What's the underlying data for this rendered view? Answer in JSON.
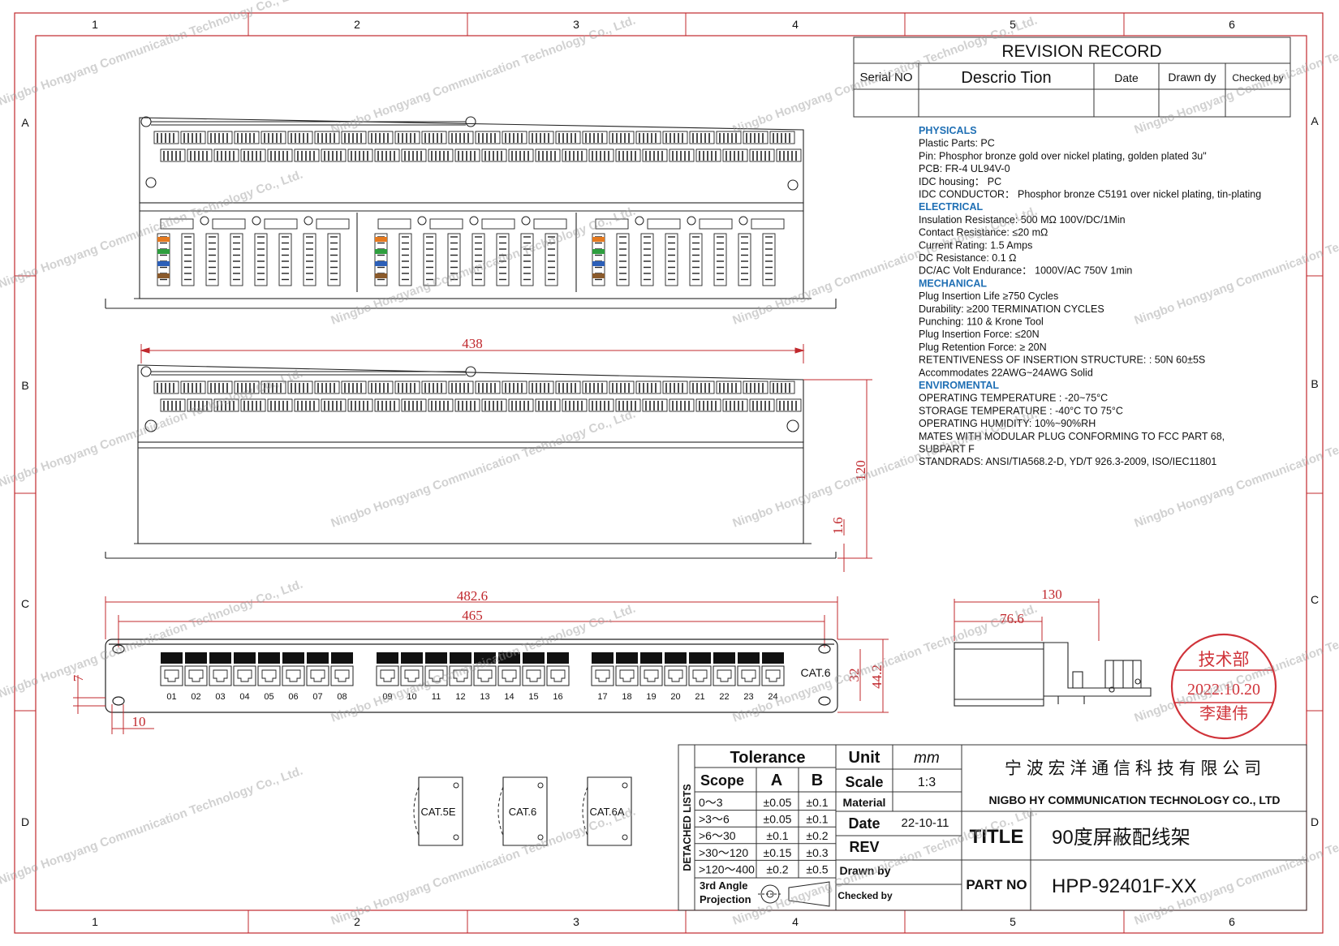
{
  "grid": {
    "columns": [
      "1",
      "2",
      "3",
      "4",
      "5",
      "6"
    ],
    "rows": [
      "A",
      "B",
      "C",
      "D"
    ]
  },
  "revision": {
    "title": "REVISION RECORD",
    "headers": [
      "Serial NO",
      "Descrio Tion",
      "Date",
      "Drawn dy",
      "Checked by"
    ]
  },
  "specs": {
    "sections": [
      {
        "heading": "PHYSICALS",
        "lines": [
          "Plastic Parts: PC",
          "Pin: Phosphor bronze gold over nickel plating, golden plated 3u\"",
          "PCB: FR-4 UL94V-0",
          "IDC housing： PC",
          "IDC CONDUCTOR： Phosphor bronze C5191 over nickel plating, tin-plating"
        ]
      },
      {
        "heading": "ELECTRICAL",
        "lines": [
          "Insulation Resistance: 500 MΩ 100V/DC/1Min",
          "Contact Resistance: ≤20 mΩ",
          "Current Rating: 1.5 Amps",
          "DC Resistance: 0.1 Ω",
          "DC/AC Volt Endurance： 1000V/AC 750V 1min"
        ]
      },
      {
        "heading": "MECHANICAL",
        "lines": [
          "Plug Insertion Life ≥750 Cycles",
          "Durability: ≥200 TERMINATION CYCLES",
          "Punching: 110 & Krone Tool",
          "Plug Insertion Force: ≤20N",
          "Plug Retention Force: ≥ 20N",
          "RETENTIVENESS OF INSERTION STRUCTURE: : 50N 60±5S",
          "Accommodates 22AWG~24AWG Solid"
        ]
      },
      {
        "heading": "ENVIROMENTAL",
        "lines": [
          "OPERATING TEMPERATURE : -20~75°C",
          "STORAGE TEMPERATURE : -40°C TO 75°C",
          "OPERATING HUMIDITY: 10%~90%RH",
          "MATES WITH MODULAR PLUG CONFORMING TO FCC PART 68,",
          "SUBPART F",
          "STANDRADS: ANSI/TIA568.2-D, YD/T 926.3-2009, ISO/IEC11801"
        ]
      }
    ]
  },
  "dimensions": {
    "top_width": "438",
    "height_120": "120",
    "thickness": "1.6",
    "overall_width": "482.6",
    "inner_width": "465",
    "side_depth": "130",
    "side_depth2": "76.6",
    "front_height": "44.2",
    "front_height2": "32",
    "hole_7": "7",
    "hole_10": "10"
  },
  "front_panel": {
    "category_label": "CAT.6",
    "port_numbers": [
      "01",
      "02",
      "03",
      "04",
      "05",
      "06",
      "07",
      "08",
      "09",
      "10",
      "11",
      "12",
      "13",
      "14",
      "15",
      "16",
      "17",
      "18",
      "19",
      "20",
      "21",
      "22",
      "23",
      "24"
    ]
  },
  "clips": [
    "CAT.5E",
    "CAT.6",
    "CAT.6A"
  ],
  "stamp": {
    "top": "技术部",
    "date": "2022.10.20",
    "name": "李建伟"
  },
  "title_block": {
    "tolerance_label": "Tolerance",
    "scope_label": "Scope",
    "col_a": "A",
    "col_b": "B",
    "detached_lists": "DETACHED LISTS",
    "tolerance_rows": [
      {
        "scope": "0～3",
        "a": "±0.05",
        "b": "±0.1"
      },
      {
        "scope": ">3～6",
        "a": "±0.05",
        "b": "±0.1"
      },
      {
        "scope": ">6～30",
        "a": "±0.1",
        "b": "±0.2"
      },
      {
        "scope": ">30～120",
        "a": "±0.15",
        "b": "±0.3"
      },
      {
        "scope": ">120～400",
        "a": "±0.2",
        "b": "±0.5"
      }
    ],
    "projection_line1": "3rd Angle",
    "projection_line2": "Projection",
    "unit_label": "Unit",
    "unit_value": "mm",
    "scale_label": "Scale",
    "scale_value": "1:3",
    "material_label": "Material",
    "date_label": "Date",
    "date_value": "22-10-11",
    "rev_label": "REV",
    "drawn_by_label": "Drawn by",
    "checked_by_label": "Checked by",
    "company_cn": "宁 波 宏 洋 通 信 科 技 有 限 公 司",
    "company_en": "NIGBO HY COMMUNICATION TECHNOLOGY CO., LTD",
    "title_label": "TITLE",
    "title_value": "90度屏蔽配线架",
    "part_no_label": "PART NO",
    "part_no_value": "HPP-92401F-XX"
  },
  "watermark": "Ningbo Hongyang Communication Technology Co., Ltd."
}
